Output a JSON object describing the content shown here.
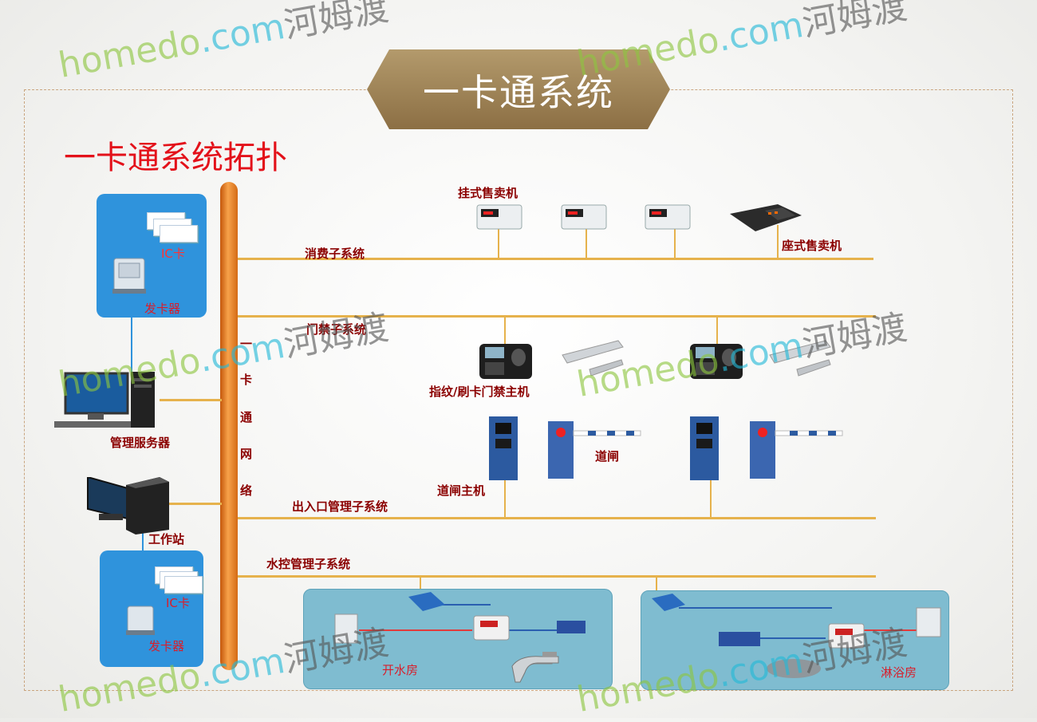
{
  "header": {
    "title": "一卡通系统"
  },
  "diagram": {
    "topology_title": "一卡通系统拓扑",
    "network_label_chars": [
      "一",
      "卡",
      "通",
      "网",
      "络"
    ],
    "left": {
      "ic_card_top": "IC卡",
      "card_issuer_top": "发卡器",
      "server": "管理服务器",
      "workstation": "工作站",
      "ic_card_bottom": "IC卡",
      "card_issuer_bottom": "发卡器"
    },
    "consumption": {
      "subsystem": "消费子系统",
      "wall_pos": "挂式售卖机",
      "desk_pos": "座式售卖机"
    },
    "access": {
      "subsystem": "门禁子系统",
      "host": "指纹/刷卡门禁主机"
    },
    "entrance": {
      "barrier": "道闸",
      "barrier_host": "道闸主机",
      "subsystem": "出入口管理子系统"
    },
    "water": {
      "subsystem": "水控管理子系统",
      "boiling_room": "开水房",
      "shower_room": "淋浴房"
    }
  },
  "watermark": {
    "part1": "home",
    "part2": "do",
    "part3": ".com",
    "part4": "河姆渡"
  },
  "colors": {
    "bus": "#f7a24a",
    "line": "#e6b24c",
    "label": "#8b0000",
    "title_red": "#e3111a",
    "blue_box": "#2f93dc",
    "banner": "#a08555"
  }
}
